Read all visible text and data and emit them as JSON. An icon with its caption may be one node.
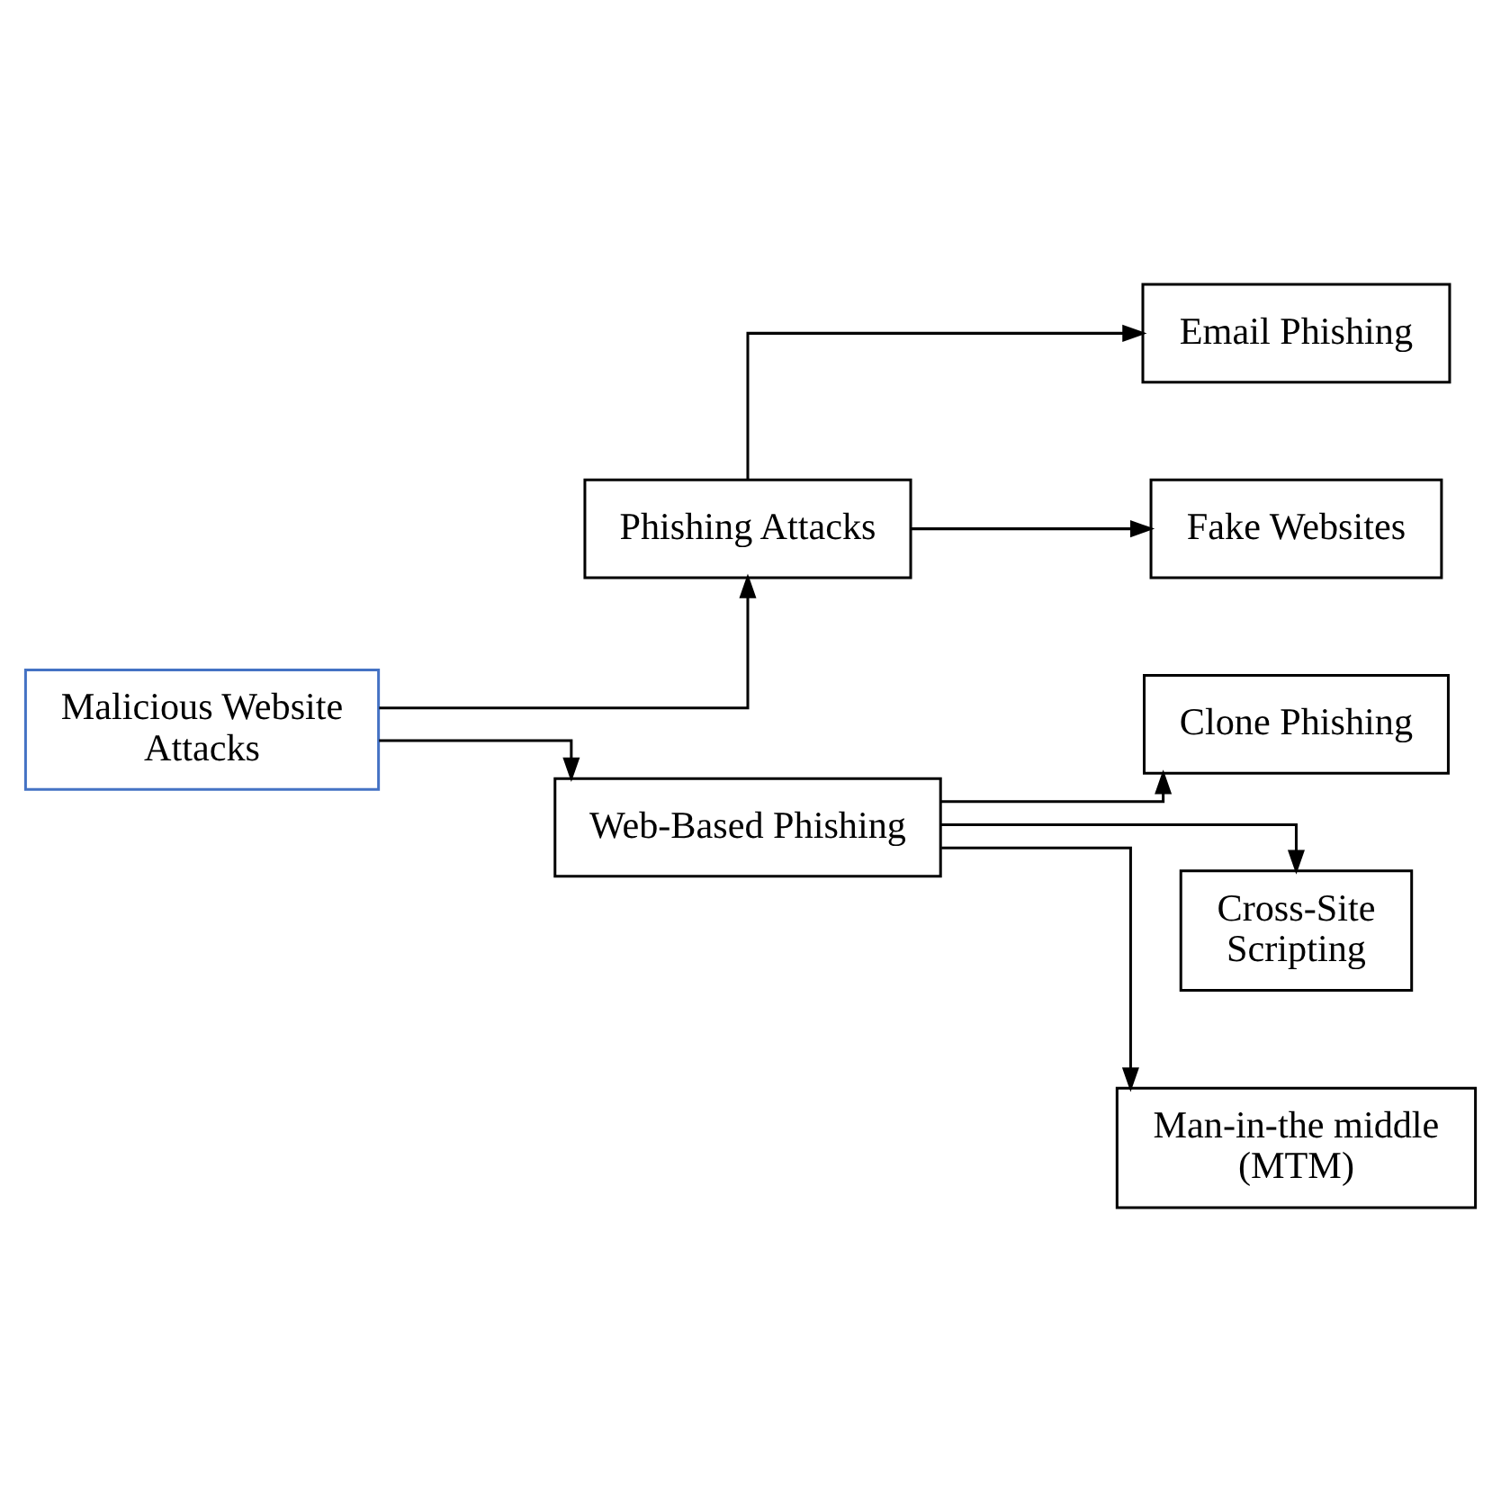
{
  "diagram": {
    "nodes": [
      {
        "text": [
          "Malicious Website Attacks"
        ]
      },
      {
        "text": [
          "Phishing Attacks"
        ]
      },
      {
        "text": [
          "Web-Based Phishing"
        ]
      },
      {
        "text": [
          "Email Phishing"
        ]
      },
      {
        "text": [
          "Fake Websites"
        ]
      },
      {
        "text": [
          "Clone Phishing"
        ]
      },
      {
        "text": [
          "Cross-Site Scripting"
        ]
      },
      {
        "text": [
          "Man-in-the middle (MTM)"
        ]
      }
    ],
    "edges": [
      {
        "from": 0,
        "to": 1,
        "arrow": "to"
      },
      {
        "from": 0,
        "to": 2,
        "arrow": "to"
      },
      {
        "from": 1,
        "to": 3,
        "arrow": "to"
      },
      {
        "from": 1,
        "to": 4,
        "arrow": "to"
      },
      {
        "from": 2,
        "to": 5,
        "arrow": "to"
      },
      {
        "from": 2,
        "to": 6,
        "arrow": "to"
      },
      {
        "from": 2,
        "to": 7,
        "arrow": "to"
      }
    ]
  }
}
